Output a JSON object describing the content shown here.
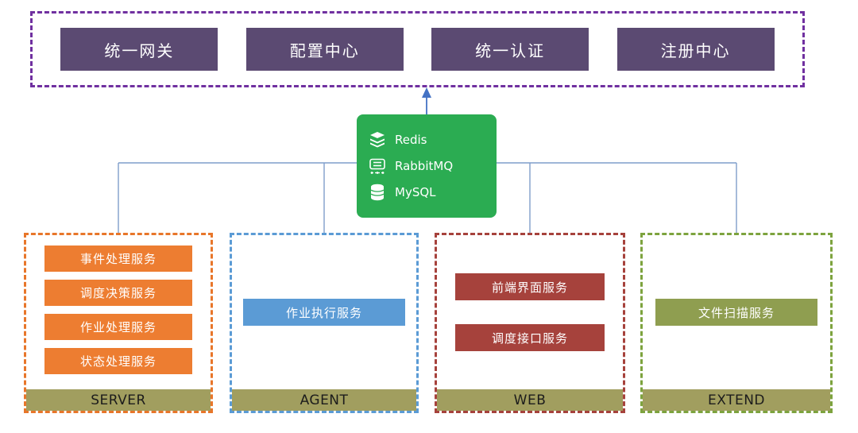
{
  "top_panel": {
    "items": [
      {
        "label": "统一网关"
      },
      {
        "label": "配置中心"
      },
      {
        "label": "统一认证"
      },
      {
        "label": "注册中心"
      }
    ]
  },
  "middleware_box": {
    "items": [
      {
        "label": "Redis",
        "icon": "redis-icon"
      },
      {
        "label": "RabbitMQ",
        "icon": "rabbitmq-icon"
      },
      {
        "label": "MySQL",
        "icon": "mysql-icon"
      }
    ]
  },
  "groups": [
    {
      "id": "server",
      "label": "SERVER",
      "items": [
        "事件处理服务",
        "调度决策服务",
        "作业处理服务",
        "状态处理服务"
      ]
    },
    {
      "id": "agent",
      "label": "AGENT",
      "items": [
        "作业执行服务"
      ]
    },
    {
      "id": "web",
      "label": "WEB",
      "items": [
        "前端界面服务",
        "调度接口服务"
      ]
    },
    {
      "id": "extend",
      "label": "EXTEND",
      "items": [
        "文件扫描服务"
      ]
    }
  ],
  "colors": {
    "top_border": "#7030A0",
    "top_box": "#5B4A72",
    "middleware_bg": "#2BAC52",
    "connector_line": "#7F9ECB",
    "arrow": "#4472C4",
    "server": "#ED7D31",
    "agent": "#5B9BD5",
    "web": "#A6423C",
    "extend_border": "#7DA33E",
    "extend_box": "#8F9E50",
    "group_label_bar": "#A19E5F"
  }
}
